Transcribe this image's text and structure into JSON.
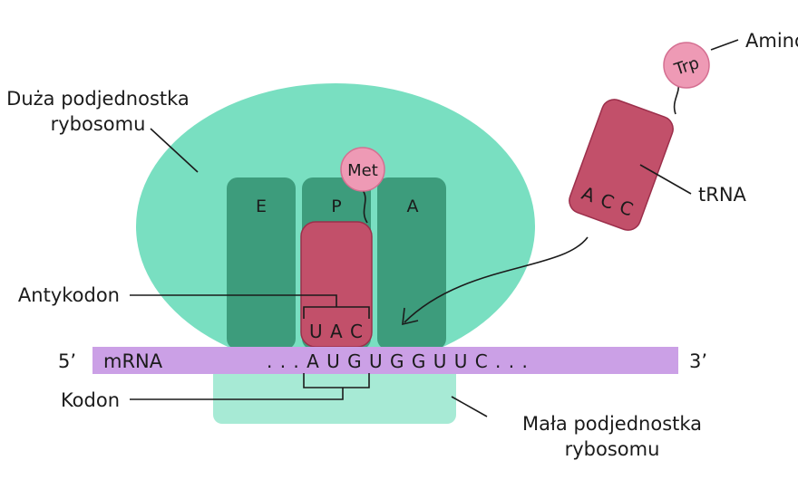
{
  "ribosome": {
    "large_subunit_label": [
      "Duża podjednostka",
      "rybosomu"
    ],
    "small_subunit_label": [
      "Mała podjednostka",
      "rybosomu"
    ],
    "sites": [
      "E",
      "P",
      "A"
    ]
  },
  "trna_in_p_site": {
    "amino_acid": "Met",
    "anticodon": "U A C"
  },
  "incoming_trna": {
    "label": "tRNA",
    "amino_acid": "Trp",
    "anticodon": "A C C",
    "amino_acid_label": "Aminokwas"
  },
  "mrna": {
    "five_prime": "5’",
    "three_prime": "3’",
    "label": "mRNA",
    "sequence": ". . . A U G U G G U U C . . ."
  },
  "annotations": {
    "anticodon": "Antykodon",
    "codon": "Kodon"
  },
  "colors": {
    "large_subunit": "#79dfc1",
    "small_subunit": "#a7ead5",
    "site_slot": "#3d9c7c",
    "trna": "#c2506a",
    "trna_outline": "#9c2f4b",
    "amino_acid": "#ee9ab5",
    "mrna": "#cba0e6"
  }
}
